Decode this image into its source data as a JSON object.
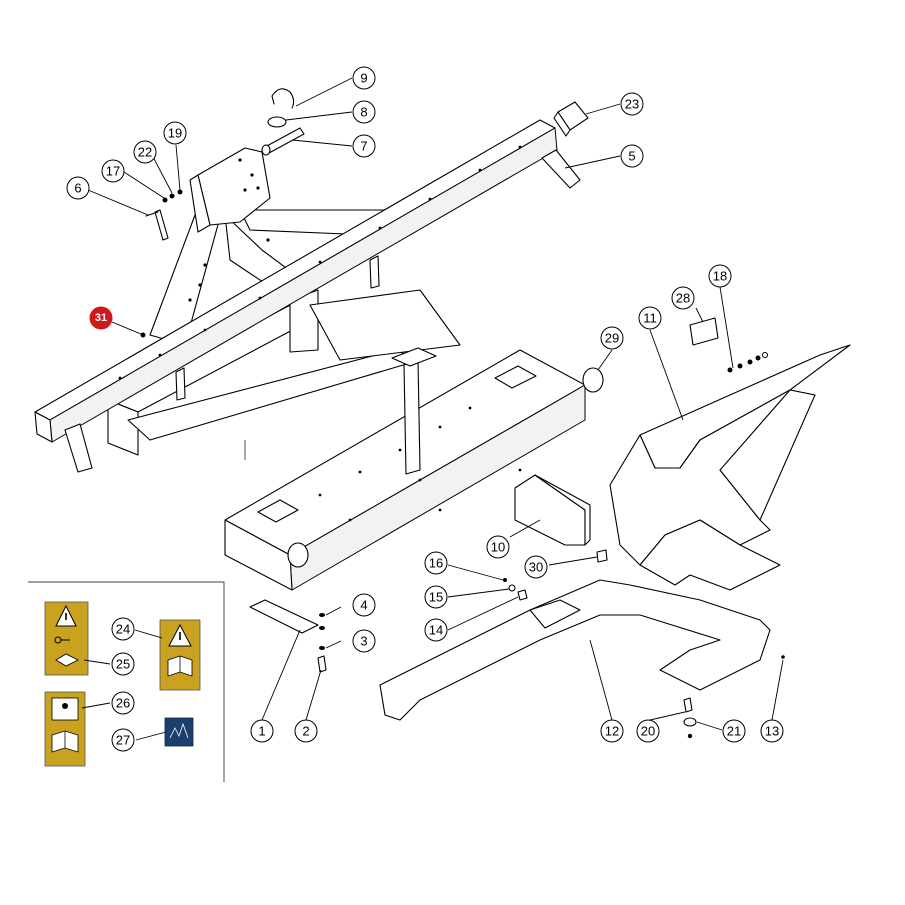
{
  "diagram": {
    "type": "exploded-parts-diagram",
    "colors": {
      "line": "#000000",
      "highlight": "#d0171b",
      "decal_yellow": "#c9a21f",
      "decal_blue": "#1b3f6e"
    },
    "callouts": [
      {
        "id": "c1",
        "label": "1"
      },
      {
        "id": "c2",
        "label": "2"
      },
      {
        "id": "c3",
        "label": "3"
      },
      {
        "id": "c4",
        "label": "4"
      },
      {
        "id": "c5",
        "label": "5"
      },
      {
        "id": "c6",
        "label": "6"
      },
      {
        "id": "c7",
        "label": "7"
      },
      {
        "id": "c8",
        "label": "8"
      },
      {
        "id": "c9",
        "label": "9"
      },
      {
        "id": "c10",
        "label": "10"
      },
      {
        "id": "c11",
        "label": "11"
      },
      {
        "id": "c12",
        "label": "12"
      },
      {
        "id": "c13",
        "label": "13"
      },
      {
        "id": "c14",
        "label": "14"
      },
      {
        "id": "c15",
        "label": "15"
      },
      {
        "id": "c16",
        "label": "16"
      },
      {
        "id": "c17",
        "label": "17"
      },
      {
        "id": "c18",
        "label": "18"
      },
      {
        "id": "c19",
        "label": "19"
      },
      {
        "id": "c20",
        "label": "20"
      },
      {
        "id": "c21",
        "label": "21"
      },
      {
        "id": "c22",
        "label": "22"
      },
      {
        "id": "c23",
        "label": "23"
      },
      {
        "id": "c24",
        "label": "24"
      },
      {
        "id": "c25",
        "label": "25"
      },
      {
        "id": "c26",
        "label": "26"
      },
      {
        "id": "c27",
        "label": "27"
      },
      {
        "id": "c28",
        "label": "28"
      },
      {
        "id": "c29",
        "label": "29"
      },
      {
        "id": "c30",
        "label": "30"
      }
    ],
    "highlight": {
      "label": "31"
    },
    "decal_icons": [
      "warning-triangle-icon",
      "key-icon",
      "manual-book-icon",
      "operator-manual-icon",
      "hearing-protection-icon"
    ]
  }
}
